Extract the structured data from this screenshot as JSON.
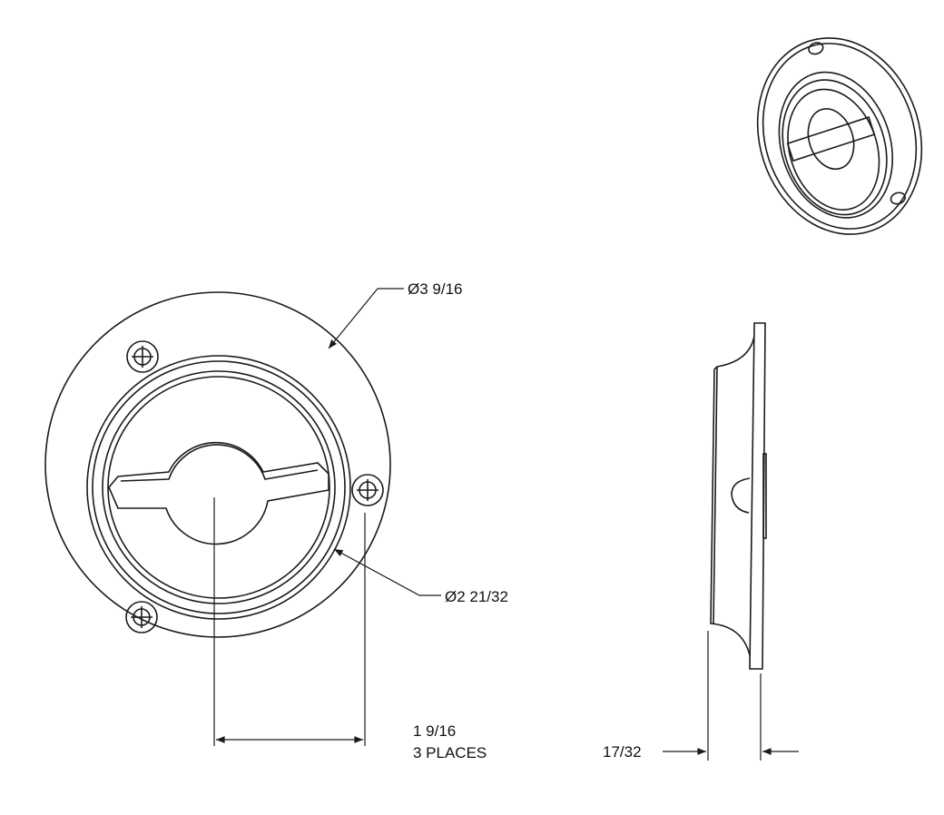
{
  "drawing": {
    "outer_diameter": "Ø3 9/16",
    "inner_diameter": "Ø2 21/32",
    "hole_spacing": "1 9/16",
    "hole_count_note": "3 PLACES",
    "thickness": "17/32"
  },
  "colors": {
    "line": "#1a1a1a",
    "background": "#ffffff"
  }
}
